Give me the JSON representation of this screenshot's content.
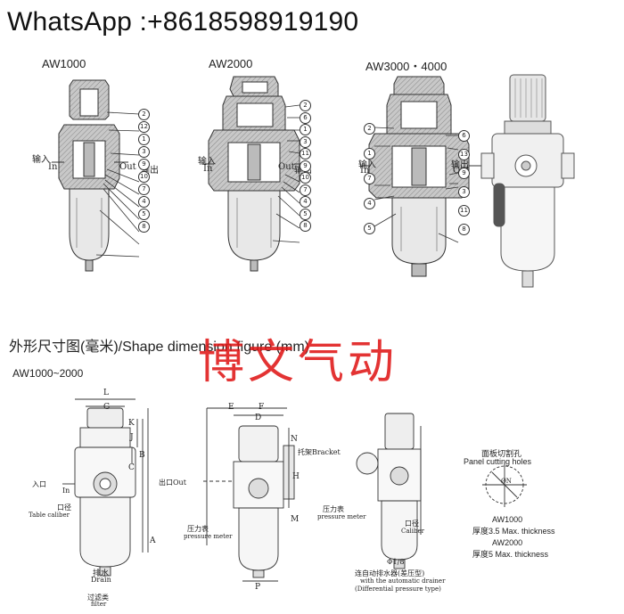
{
  "header": {
    "contact": "WhatsApp :+8618598919190"
  },
  "models": {
    "m1": "AW1000",
    "m2": "AW2000",
    "m3": "AW3000・4000"
  },
  "ports": {
    "in_cn": "输入",
    "in_en": "In",
    "out_en": "Out",
    "out_cn": "输出"
  },
  "callouts": {
    "aw1000": [
      "2",
      "12",
      "1",
      "3",
      "9",
      "10",
      "7",
      "4",
      "5",
      "8"
    ],
    "aw2000_right": [
      "2",
      "6",
      "1",
      "3",
      "11",
      "9",
      "10",
      "7",
      "4",
      "5",
      "8"
    ],
    "aw3000_left": [
      "2",
      "1",
      "7",
      "4",
      "5"
    ],
    "aw3000_right": [
      "6",
      "13",
      "9",
      "3",
      "11",
      "8"
    ]
  },
  "section": {
    "title": "外形尺寸图(毫米)/Shape dimension figure (mm)",
    "range": "AW1000~2000"
  },
  "watermark": "博文气动",
  "dims": {
    "L": "L",
    "G": "G",
    "K": "K",
    "J": "J",
    "B": "B",
    "C": "C",
    "A": "A",
    "E": "E",
    "F": "F",
    "D": "D",
    "N": "N",
    "H": "H",
    "M": "M",
    "P": "P"
  },
  "labels": {
    "inlet_cn": "入口",
    "inlet_en": "In",
    "outlet": "出口Out",
    "caliber_cn": "口径",
    "table_caliber": "Table caliber",
    "drain_cn": "排水",
    "drain_en": "Drain",
    "filter_cn": "过滤类",
    "filter_en": "filter",
    "bracket": "托架Bracket",
    "gauge_cn": "压力表",
    "gauge_en": "pressure meter",
    "caliber_cn2": "口径",
    "caliber_en": "Caliber",
    "thread": "Φ1/8",
    "auto_drain_cn": "连自动排水器(差压型)",
    "auto_drain_en1": "with the automatic drainer",
    "auto_drain_en2": "(Differential pressure type)"
  },
  "panel": {
    "title_cn": "面板切割孔",
    "title_en": "Panel cutting holes",
    "m1": "AW1000",
    "m1_thick": "厚度3.5 Max. thickness",
    "m2": "AW2000",
    "m2_thick": "厚度5 Max. thickness",
    "dim_label": "ØN"
  }
}
